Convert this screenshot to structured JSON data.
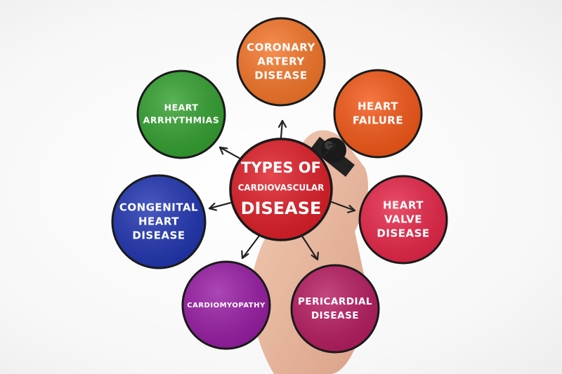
{
  "center": {
    "lines": [
      "TYPES OF",
      "CARDIOVASCULAR",
      "DISEASE"
    ],
    "color": "#e0202a"
  },
  "nodes": [
    {
      "id": "coronary-artery-disease",
      "lines": [
        "CORONARY",
        "ARTERY",
        "DISEASE"
      ],
      "color": "#f6772b"
    },
    {
      "id": "heart-failure",
      "lines": [
        "HEART",
        "FAILURE"
      ],
      "color": "#f55a1a"
    },
    {
      "id": "heart-valve-disease",
      "lines": [
        "HEART",
        "VALVE",
        "DISEASE"
      ],
      "color": "#e8284a"
    },
    {
      "id": "pericardial-disease",
      "lines": [
        "PERICARDIAL",
        "DISEASE"
      ],
      "color": "#b81f63"
    },
    {
      "id": "cardiomyopathy",
      "lines": [
        "CARDIOMYOPATHY"
      ],
      "color": "#9a1fa6"
    },
    {
      "id": "congenital-heart-disease",
      "lines": [
        "CONGENITAL",
        "HEART",
        "DISEASE"
      ],
      "color": "#2337b3"
    },
    {
      "id": "heart-arrhythmias",
      "lines": [
        "HEART",
        "ARRHYTHMIAS"
      ],
      "color": "#36a233"
    }
  ]
}
